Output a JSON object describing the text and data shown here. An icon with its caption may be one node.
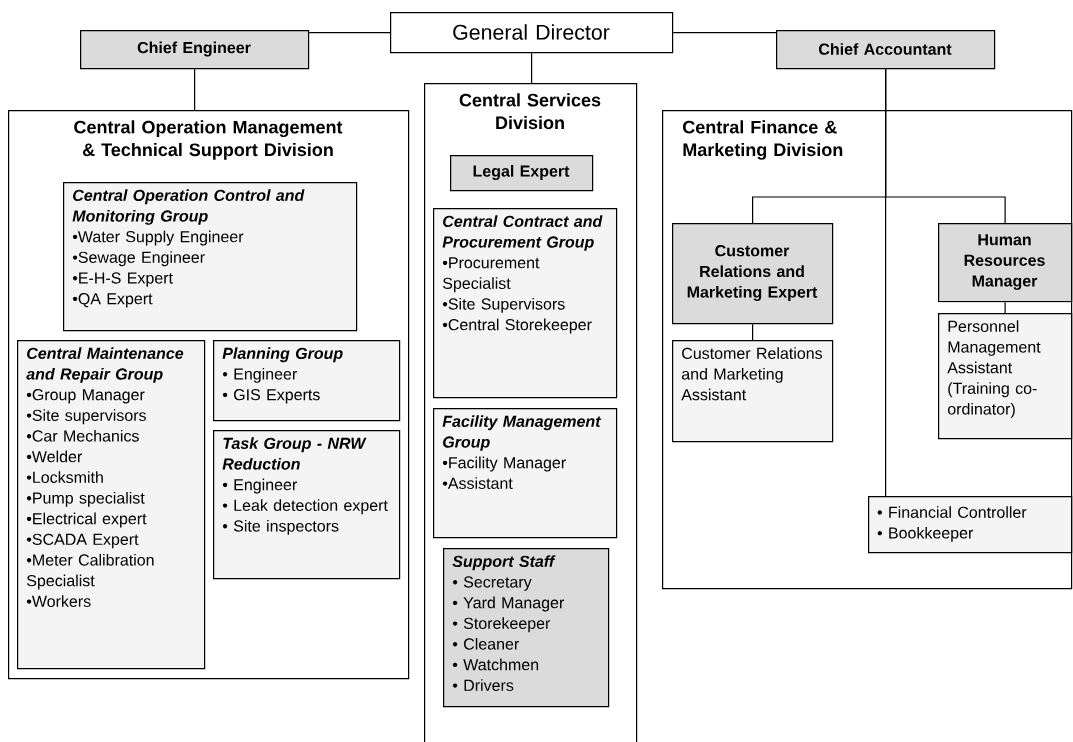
{
  "diagram": {
    "nodes": [
      {
        "text": [
          "General Director"
        ]
      },
      {
        "text": [
          "Chief Engineer"
        ]
      },
      {
        "text": [
          "Chief Accountant"
        ]
      },
      {
        "text": [
          "Central Operation Management & Technical Support Division"
        ]
      },
      {
        "text": [
          "Central Operation Control and Monitoring Group",
          "•Water Supply Engineer",
          "•Sewage Engineer",
          "•E-H-S Expert",
          "•QA Expert"
        ],
        "in": 3
      },
      {
        "text": [
          "Central Maintenance and Repair Group",
          "•Group Manager",
          "•Site supervisors",
          "•Car Mechanics",
          "•Welder",
          "•Locksmith",
          "•Pump specialist",
          "•Electrical expert",
          "•SCADA Expert",
          "•Meter Calibration Specialist",
          "•Workers"
        ],
        "in": 3
      },
      {
        "text": [
          "Planning Group",
          "• Engineer",
          "• GIS Experts"
        ],
        "in": 3
      },
      {
        "text": [
          "Task Group - NRW Reduction",
          "• Engineer",
          "• Leak detection expert",
          "• Site inspectors"
        ],
        "in": 3
      },
      {
        "text": [
          "Central Services Division"
        ]
      },
      {
        "text": [
          "Legal Expert"
        ],
        "in": 8
      },
      {
        "text": [
          "Central Contract and Procurement Group",
          "•Procurement Specialist",
          "•Site Supervisors",
          "•Central Storekeeper"
        ],
        "in": 8
      },
      {
        "text": [
          "Facility Management Group",
          "•Facility Manager",
          "•Assistant"
        ],
        "in": 8
      },
      {
        "text": [
          "Support Staff",
          "• Secretary",
          "• Yard Manager",
          "• Storekeeper",
          "• Cleaner",
          "• Watchmen",
          "• Drivers"
        ],
        "in": 8
      },
      {
        "text": [
          "Central Finance & Marketing Division"
        ]
      },
      {
        "text": [
          "Customer Relations and Marketing Expert"
        ],
        "in": 13
      },
      {
        "text": [
          "Human Resources Manager"
        ],
        "in": 13
      },
      {
        "text": [
          "Customer Relations and Marketing Assistant"
        ],
        "in": 13
      },
      {
        "text": [
          "Personnel Management Assistant (Training co-ordinator)"
        ],
        "in": 13
      },
      {
        "text": [
          "• Financial Controller",
          "• Bookkeeper"
        ],
        "in": 13
      }
    ],
    "edges": [
      {
        "from": 0,
        "to": 1,
        "arrow": "none"
      },
      {
        "from": 0,
        "to": 2,
        "arrow": "none"
      },
      {
        "from": 0,
        "to": 8,
        "arrow": "none"
      },
      {
        "from": 1,
        "to": 3,
        "arrow": "none"
      },
      {
        "from": 2,
        "to": 18,
        "arrow": "none"
      },
      {
        "from": 2,
        "to": 14,
        "arrow": "none"
      },
      {
        "from": 2,
        "to": 15,
        "arrow": "none"
      },
      {
        "from": 14,
        "to": 16,
        "arrow": "none"
      },
      {
        "from": 15,
        "to": 17,
        "arrow": "none"
      }
    ]
  }
}
